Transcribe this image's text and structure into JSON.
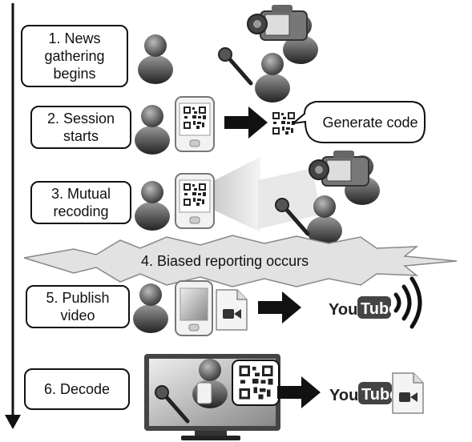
{
  "steps": [
    {
      "label": "1. News gathering begins"
    },
    {
      "label": "2. Session starts"
    },
    {
      "label": "3. Mutual recoding"
    },
    {
      "label": "4. Biased reporting occurs"
    },
    {
      "label": "5. Publish video"
    },
    {
      "label": "6. Decode"
    }
  ],
  "callout": {
    "text": "Generate code"
  },
  "logos": {
    "youtube_you": "You",
    "youtube_tube": "Tube"
  },
  "colors": {
    "ink": "#111111",
    "youtube_red": "#333333"
  }
}
